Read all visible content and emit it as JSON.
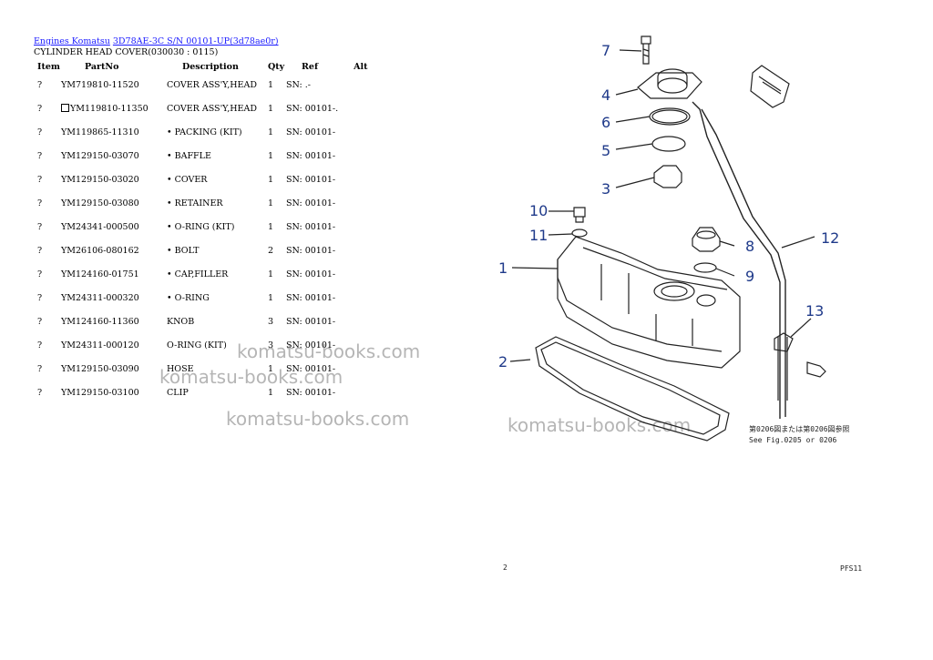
{
  "breadcrumb": {
    "link1": "Engines Komatsu",
    "link2": "3D78AE-3C S/N 00101-UP(3d78ae0r)"
  },
  "subtitle": "CYLINDER HEAD COVER(030030 : 0115)",
  "table": {
    "headers": [
      "Item",
      "PartNo",
      "Description",
      "Qty",
      "Ref",
      "Alt"
    ],
    "rows": [
      {
        "item": "?",
        "part": "YM719810-11520",
        "desc": "COVER ASS'Y,HEAD",
        "qty": "1",
        "ref": "SN: .-"
      },
      {
        "item": "?",
        "part": "YM119810-11350",
        "desc": "COVER ASS'Y,HEAD",
        "qty": "1",
        "ref": "SN: 00101-."
      },
      {
        "item": "?",
        "part": "YM119865-11310",
        "desc": "• PACKING (KIT)",
        "qty": "1",
        "ref": "SN: 00101-"
      },
      {
        "item": "?",
        "part": "YM129150-03070",
        "desc": "• BAFFLE",
        "qty": "1",
        "ref": "SN: 00101-"
      },
      {
        "item": "?",
        "part": "YM129150-03020",
        "desc": "• COVER",
        "qty": "1",
        "ref": "SN: 00101-"
      },
      {
        "item": "?",
        "part": "YM129150-03080",
        "desc": "• RETAINER",
        "qty": "1",
        "ref": "SN: 00101-"
      },
      {
        "item": "?",
        "part": "YM24341-000500",
        "desc": "• O-RING (KIT)",
        "qty": "1",
        "ref": "SN: 00101-"
      },
      {
        "item": "?",
        "part": "YM26106-080162",
        "desc": "• BOLT",
        "qty": "2",
        "ref": "SN: 00101-"
      },
      {
        "item": "?",
        "part": "YM124160-01751",
        "desc": "• CAP,FILLER",
        "qty": "1",
        "ref": "SN: 00101-"
      },
      {
        "item": "?",
        "part": "YM24311-000320",
        "desc": "• O-RING",
        "qty": "1",
        "ref": "SN: 00101-"
      },
      {
        "item": "?",
        "part": "YM124160-11360",
        "desc": "KNOB",
        "qty": "3",
        "ref": "SN: 00101-"
      },
      {
        "item": "?",
        "part": "YM24311-000120",
        "desc": "O-RING (KIT)",
        "qty": "3",
        "ref": "SN: 00101-"
      },
      {
        "item": "?",
        "part": "YM129150-03090",
        "desc": "HOSE",
        "qty": "1",
        "ref": "SN: 00101-"
      },
      {
        "item": "?",
        "part": "YM129150-03100",
        "desc": "CLIP",
        "qty": "1",
        "ref": "SN: 00101-"
      }
    ]
  },
  "watermark": "komatsu-books.com",
  "diagram": {
    "callouts": [
      "7",
      "4",
      "6",
      "5",
      "3",
      "10",
      "11",
      "1",
      "8",
      "9",
      "12",
      "13",
      "2"
    ],
    "note_line1": "第0206図または第0206図参照",
    "note_line2": "See Fig.0205 or 0206",
    "footer_right": "PFS11",
    "footer_left": "2"
  },
  "colors": {
    "link": "#1a1aff",
    "callout": "#1f3a8a"
  }
}
